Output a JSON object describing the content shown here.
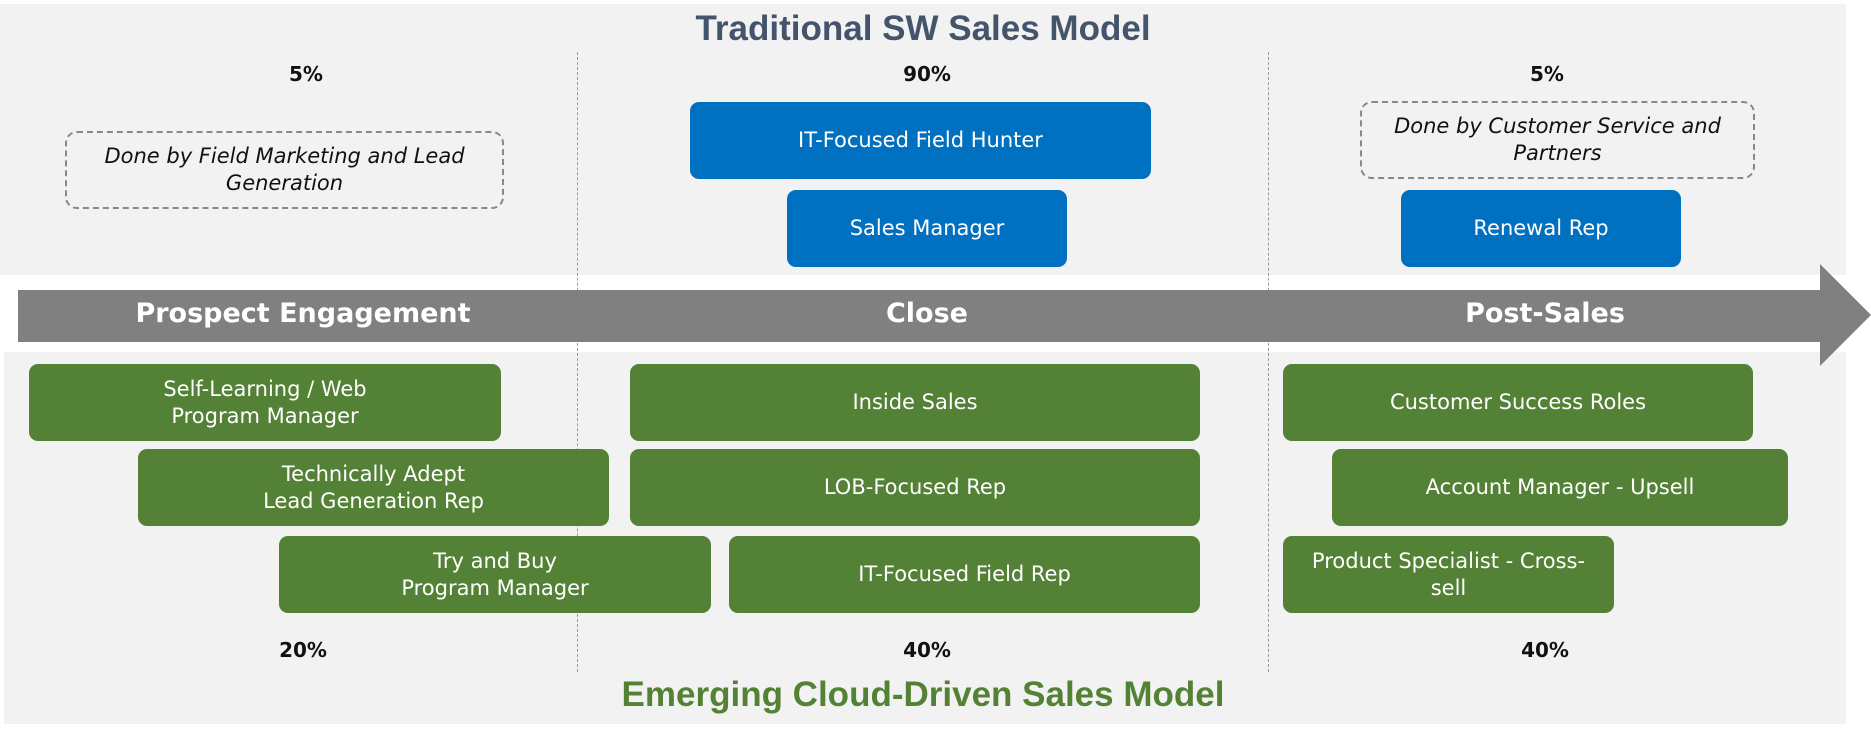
{
  "traditional": {
    "title": "Traditional SW Sales Model",
    "percents": [
      "5%",
      "90%",
      "5%"
    ],
    "prospect_note": "Done by Field Marketing and Lead Generation",
    "close_roles": [
      "IT-Focused Field Hunter",
      "Sales Manager"
    ],
    "postsales_note": "Done by Customer Service and Partners",
    "postsales_roles": [
      "Renewal Rep"
    ]
  },
  "phases": [
    "Prospect Engagement",
    "Close",
    "Post-Sales"
  ],
  "emerging": {
    "title": "Emerging Cloud-Driven Sales Model",
    "percents": [
      "20%",
      "40%",
      "40%"
    ],
    "prospect_roles": [
      "Self-Learning / Web\nProgram Manager",
      "Technically Adept\nLead Generation Rep",
      "Try and Buy\nProgram Manager"
    ],
    "close_roles": [
      "Inside Sales",
      "LOB-Focused Rep",
      "IT-Focused Field Rep"
    ],
    "postsales_roles": [
      "Customer Success Roles",
      "Account Manager - Upsell",
      "Product Specialist - Cross-\nsell"
    ]
  },
  "colors": {
    "traditional_title": "#44546a",
    "emerging_title": "#548235",
    "blue_role": "#0070c0",
    "green_role": "#538135",
    "arrow": "#808080",
    "panel": "#f2f2f2"
  }
}
